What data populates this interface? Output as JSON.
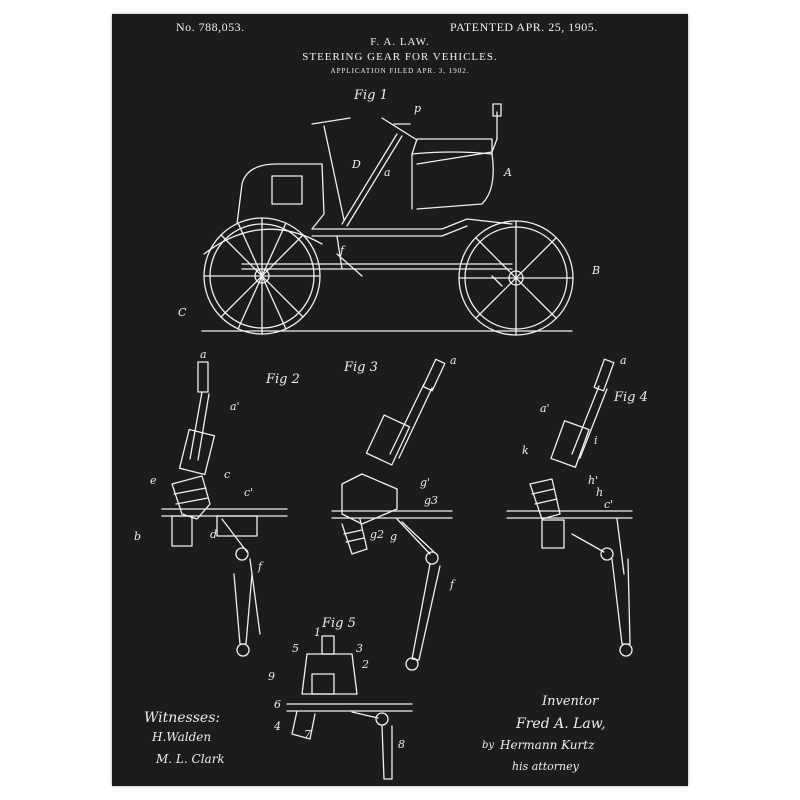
{
  "patent": {
    "number": "No. 788,053.",
    "patented": "PATENTED APR. 25, 1905.",
    "inventor_name": "F. A. LAW.",
    "title": "STEERING GEAR FOR VEHICLES.",
    "application": "APPLICATION FILED APR. 3, 1902."
  },
  "figures": {
    "fig1": "Fig 1",
    "fig2": "Fig 2",
    "fig3": "Fig 3",
    "fig4": "Fig 4",
    "fig5": "Fig 5"
  },
  "labels": {
    "f1_p": "p",
    "f1_D": "D",
    "f1_a": "a",
    "f1_A": "A",
    "f1_f": "f",
    "f1_B": "B",
    "f1_C": "C",
    "f2_a": "a",
    "f2_a1": "a'",
    "f2_c": "c",
    "f2_e": "e",
    "f2_c1": "c'",
    "f2_b": "b",
    "f2_d": "d",
    "f2_f": "f",
    "f3_a": "a",
    "f3_g1": "g'",
    "f3_g3": "g3",
    "f3_g2": "g2",
    "f3_g": "g",
    "f3_f": "f",
    "f4_a": "a",
    "f4_a1": "a'",
    "f4_k": "k",
    "f4_i": "i",
    "f4_h1": "h'",
    "f4_h": "h",
    "f4_c1": "c'",
    "f5_1": "1",
    "f5_5": "5",
    "f5_3": "3",
    "f5_2": "2",
    "f5_9": "9",
    "f5_6": "6",
    "f5_4": "4",
    "f5_7": "7",
    "f5_8": "8"
  },
  "signatures": {
    "witnesses_label": "Witnesses:",
    "witness1": "H.Walden",
    "witness2": "M. L. Clark",
    "inventor_label": "Inventor",
    "inventor_sig": "Fred A. Law,",
    "by": "by",
    "attorney_sig": "Hermann Kurtz",
    "attorney_label": "his attorney"
  },
  "colors": {
    "paper": "#1c1c1c",
    "ink": "#f2f2f2",
    "background": "#ffffff"
  }
}
